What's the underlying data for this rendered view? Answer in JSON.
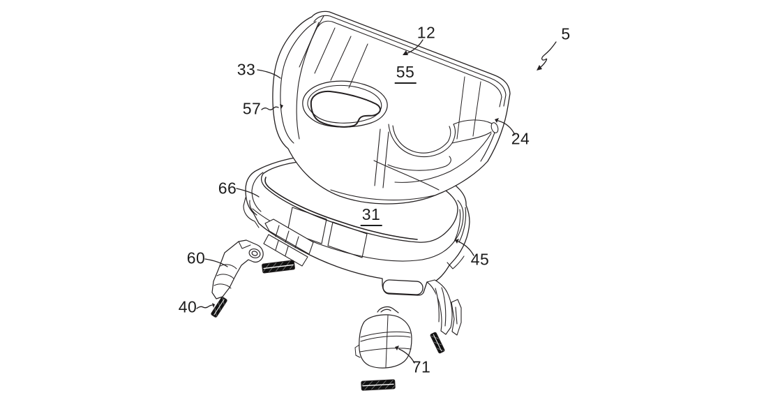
{
  "figure": {
    "kind": "patent-exploded-view-line-drawing",
    "background_color": "#ffffff",
    "line_color": "#231f20",
    "fastener_bar_color": "#111111",
    "description": "Exploded perspective view of a console cup-holder assembly: upper tray above lower housing with clip brackets and fastener strips"
  },
  "labels": [
    {
      "id": "5",
      "text": "5",
      "underline": false,
      "leader": "squiggle-arrow"
    },
    {
      "id": "12",
      "text": "12",
      "underline": false,
      "leader": "curved-arrow"
    },
    {
      "id": "55",
      "text": "55",
      "underline": true,
      "leader": "none"
    },
    {
      "id": "33",
      "text": "33",
      "underline": false,
      "leader": "plain-line"
    },
    {
      "id": "57",
      "text": "57",
      "underline": false,
      "leader": "squiggle-arrow"
    },
    {
      "id": "24",
      "text": "24",
      "underline": false,
      "leader": "curved-arrow"
    },
    {
      "id": "66",
      "text": "66",
      "underline": false,
      "leader": "plain-line"
    },
    {
      "id": "31",
      "text": "31",
      "underline": true,
      "leader": "none"
    },
    {
      "id": "60",
      "text": "60",
      "underline": false,
      "leader": "plain-line"
    },
    {
      "id": "45",
      "text": "45",
      "underline": false,
      "leader": "curved-arrow"
    },
    {
      "id": "40",
      "text": "40",
      "underline": false,
      "leader": "squiggle-arrow"
    },
    {
      "id": "71",
      "text": "71",
      "underline": false,
      "leader": "curved-arrow"
    }
  ]
}
